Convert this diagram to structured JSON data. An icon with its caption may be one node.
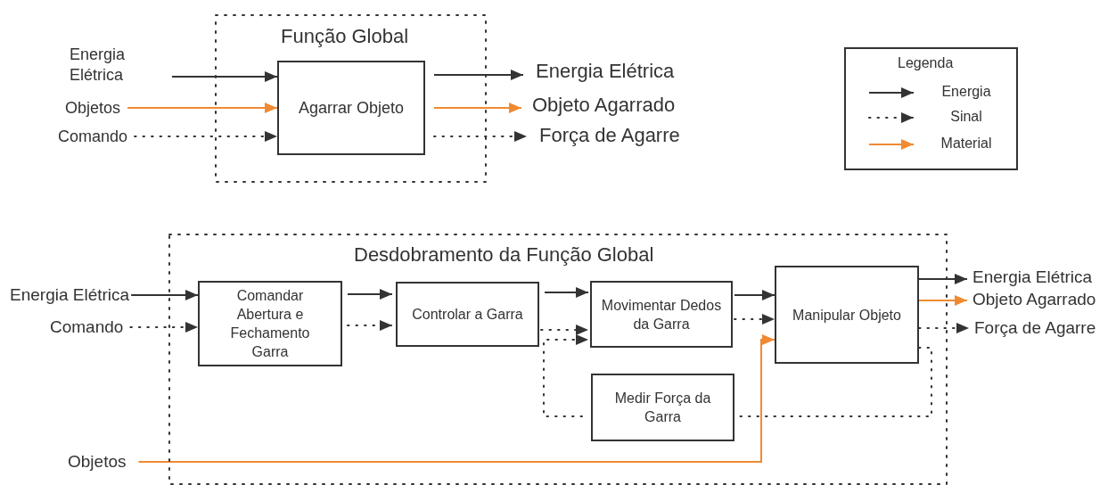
{
  "diagram": {
    "nodes": [
      {
        "text": [
          "Função Global"
        ]
      },
      {
        "text": [
          "Agarrar Objeto"
        ],
        "in": 0
      },
      {
        "text": [
          "Energia Elétrica"
        ]
      },
      {
        "text": [
          "Objetos"
        ]
      },
      {
        "text": [
          "Comando"
        ]
      },
      {
        "text": [
          "Energia Elétrica"
        ]
      },
      {
        "text": [
          "Objeto Agarrado"
        ]
      },
      {
        "text": [
          "Força de Agarre"
        ]
      },
      {
        "text": [
          "Desdobramento da Função Global"
        ]
      },
      {
        "text": [
          "Comandar Abertura e Fechamento Garra"
        ],
        "in": 8
      },
      {
        "text": [
          "Controlar a Garra"
        ],
        "in": 8
      },
      {
        "text": [
          "Movimentar Dedos da Garra"
        ],
        "in": 8
      },
      {
        "text": [
          "Manipular Objeto"
        ],
        "in": 8
      },
      {
        "text": [
          "Medir Força da Garra"
        ],
        "in": 8
      },
      {
        "text": [
          "Energia Elétrica"
        ]
      },
      {
        "text": [
          "Comando"
        ]
      },
      {
        "text": [
          "Objetos"
        ]
      },
      {
        "text": [
          "Energia Elétrica"
        ]
      },
      {
        "text": [
          "Objeto Agarrado"
        ]
      },
      {
        "text": [
          "Força de Agarre"
        ]
      }
    ],
    "edges": [
      {
        "from": 2,
        "to": 1,
        "arrow": "to"
      },
      {
        "from": 3,
        "to": 1,
        "arrow": "to",
        "color": "#f08a32"
      },
      {
        "from": 4,
        "to": 1,
        "arrow": "to",
        "style": "dashed"
      },
      {
        "from": 1,
        "to": 5,
        "arrow": "to"
      },
      {
        "from": 1,
        "to": 6,
        "arrow": "to",
        "color": "#f08a32"
      },
      {
        "from": 1,
        "to": 7,
        "arrow": "to",
        "style": "dashed"
      },
      {
        "from": 14,
        "to": 9,
        "arrow": "to"
      },
      {
        "from": 15,
        "to": 9,
        "arrow": "to",
        "style": "dashed"
      },
      {
        "from": 9,
        "to": 10,
        "arrow": "to"
      },
      {
        "from": 9,
        "to": 10,
        "arrow": "to",
        "style": "dashed"
      },
      {
        "from": 10,
        "to": 11,
        "arrow": "to"
      },
      {
        "from": 10,
        "to": 11,
        "arrow": "to",
        "style": "dashed"
      },
      {
        "from": 13,
        "to": 11,
        "arrow": "to",
        "style": "dashed"
      },
      {
        "from": 11,
        "to": 12,
        "arrow": "to"
      },
      {
        "from": 11,
        "to": 12,
        "arrow": "to",
        "style": "dashed"
      },
      {
        "from": 16,
        "to": 12,
        "arrow": "to",
        "color": "#f08a32"
      },
      {
        "from": 12,
        "to": 17,
        "arrow": "to"
      },
      {
        "from": 12,
        "to": 18,
        "arrow": "to",
        "color": "#f08a32"
      },
      {
        "from": 12,
        "to": 19,
        "arrow": "to",
        "style": "dashed"
      },
      {
        "from": 12,
        "to": 13,
        "arrow": "none",
        "style": "dashed"
      }
    ],
    "labels": [
      "Legenda"
    ],
    "legend": [
      {
        "text": "Energia"
      },
      {
        "text": "Sinal"
      },
      {
        "text": "Material"
      }
    ]
  }
}
